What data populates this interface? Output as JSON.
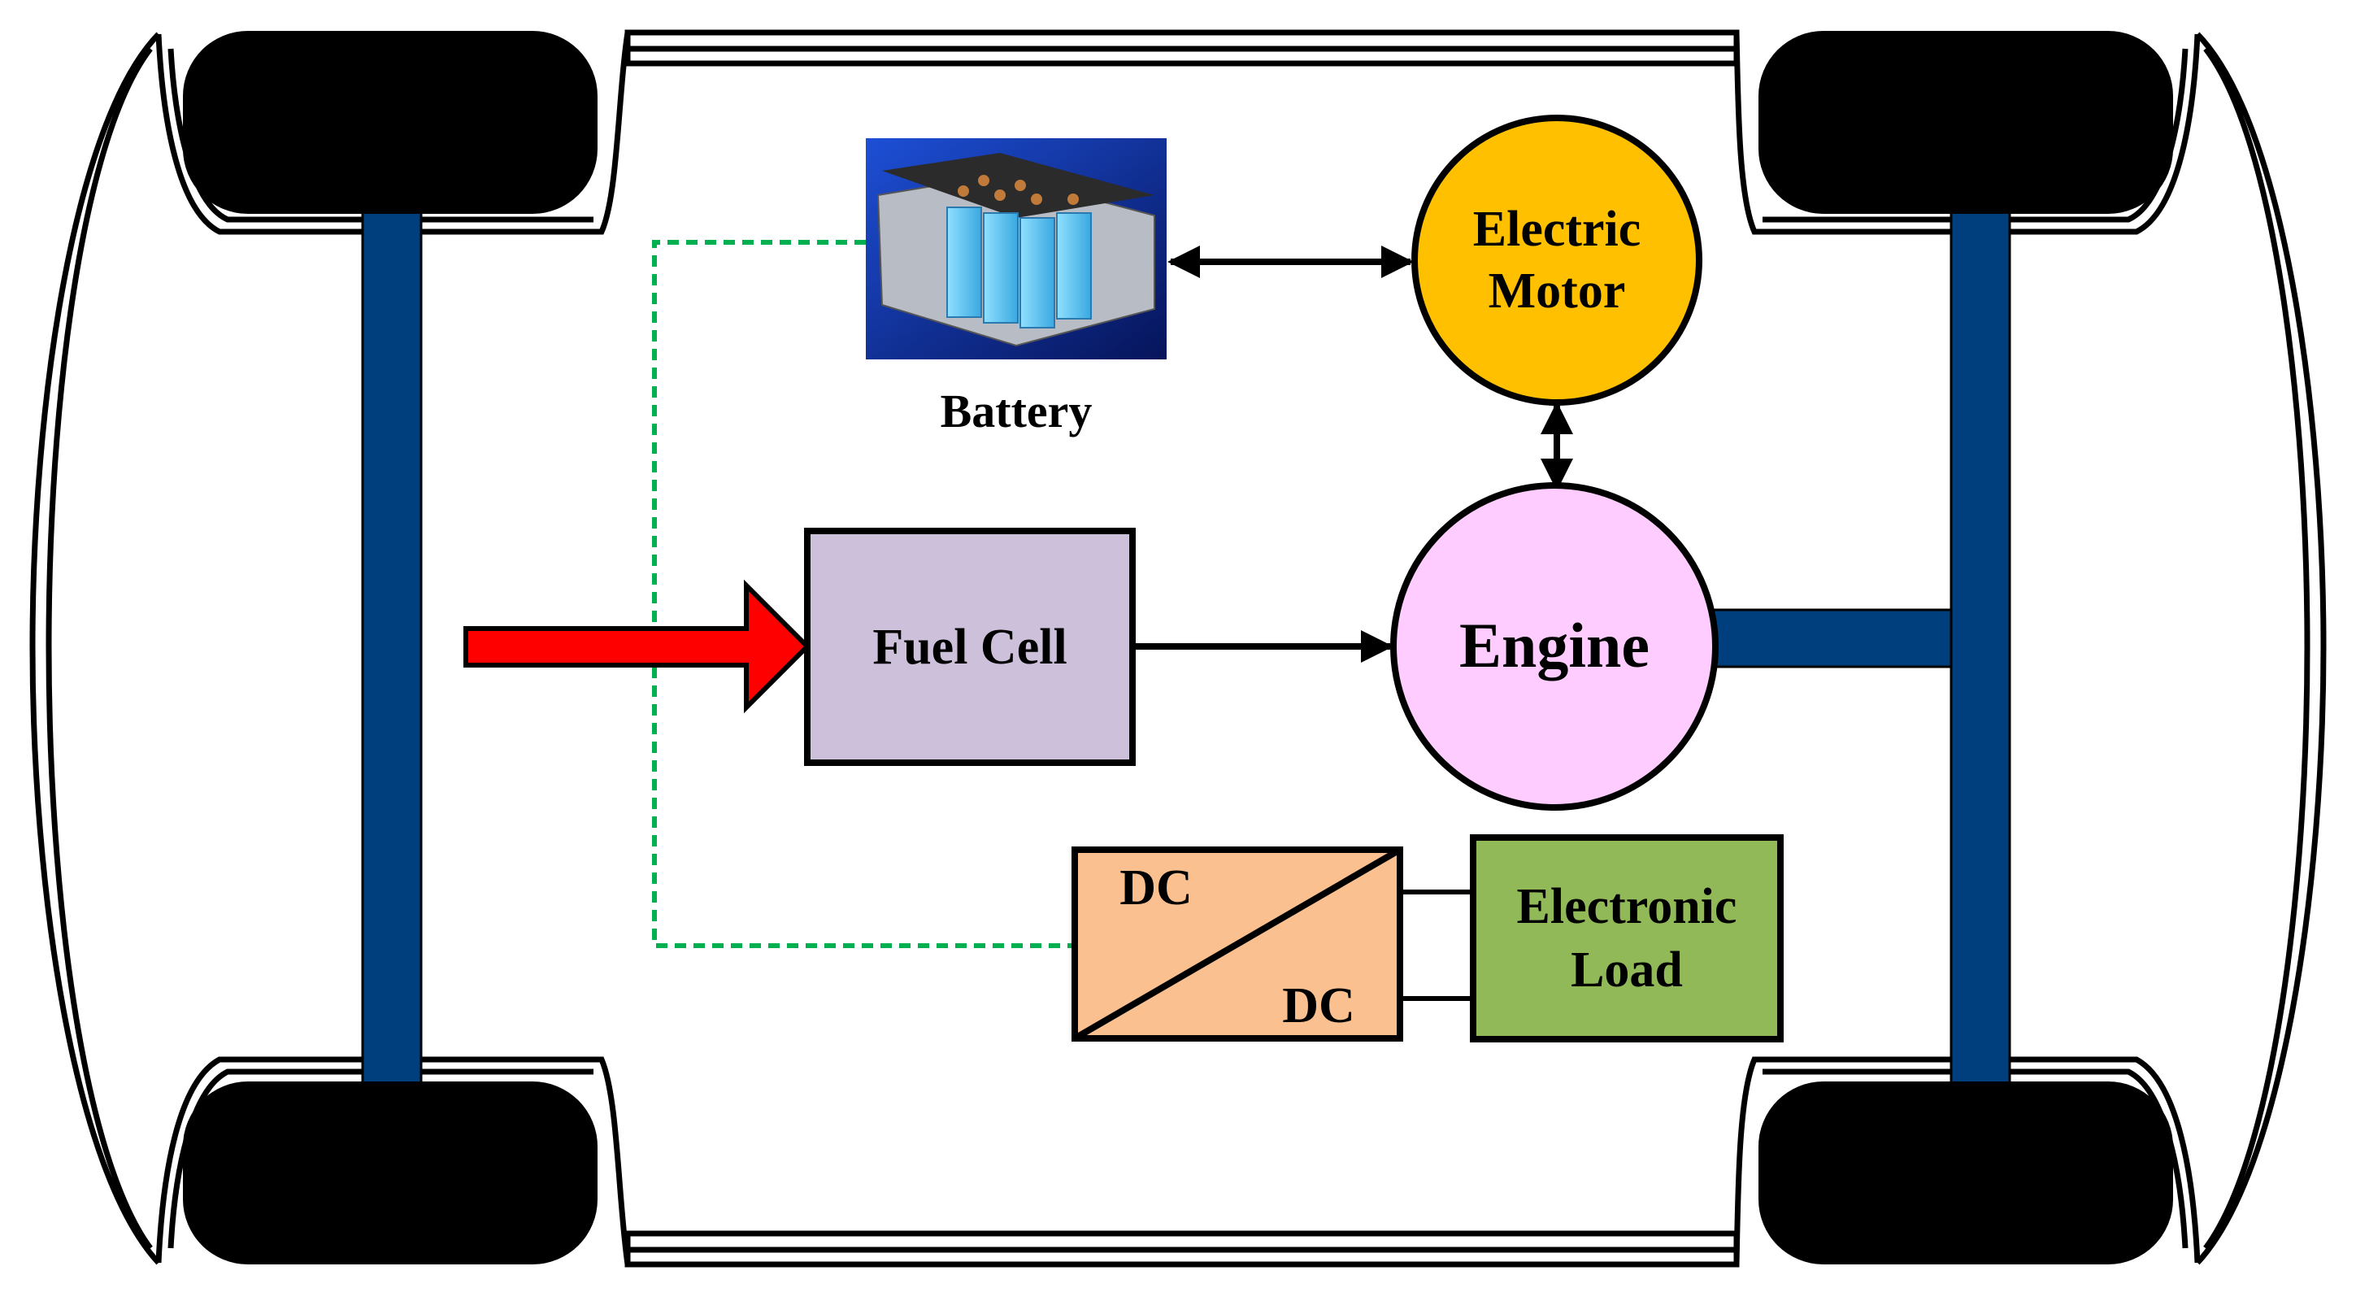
{
  "labels": {
    "battery": "Battery",
    "electric_motor_line1": "Electric",
    "electric_motor_line2": "Motor",
    "fuel_cell": "Fuel Cell",
    "engine": "Engine",
    "dcdc_top": "DC",
    "dcdc_bottom": "DC",
    "electronic_load_line1": "Electronic",
    "electronic_load_line2": "Load"
  },
  "colors": {
    "axle": "#003f7e",
    "tire": "#000000",
    "electric_motor": "#ffc000",
    "engine": "#ffccff",
    "fuel_cell": "#ccc0da",
    "dcdc_converter": "#fac090",
    "electronic_load": "#92b957",
    "input_arrow": "#ff0000",
    "signal_line": "#00b050",
    "battery_background": "#0a2a8a",
    "battery_cells": "#5ec8f0"
  },
  "icons": {
    "battery": "battery-pack-image"
  }
}
